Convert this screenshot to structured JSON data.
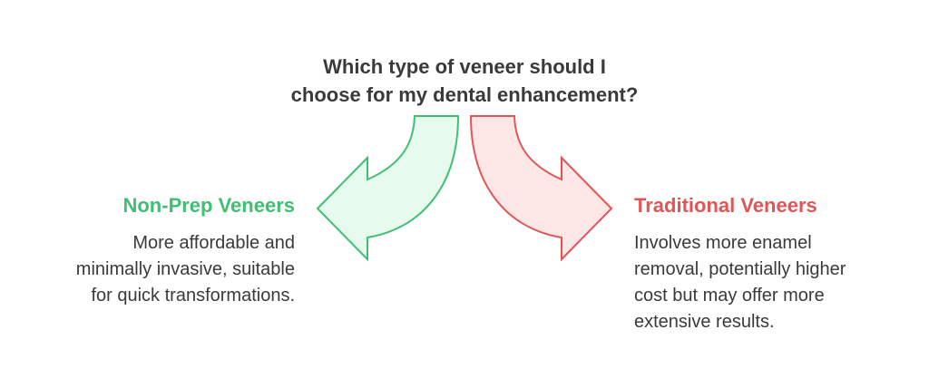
{
  "question": {
    "line1": "Which type of veneer should I",
    "line2": "choose for my dental enhancement?"
  },
  "options": [
    {
      "title": "Non-Prep Veneers",
      "description_lines": [
        "More affordable and",
        "minimally invasive, suitable",
        "for quick transformations."
      ],
      "color": "#3fbf73",
      "fill": "#e6faee"
    },
    {
      "title": "Traditional Veneers",
      "description_lines": [
        "Involves more enamel",
        "removal, potentially higher",
        "cost but may offer more",
        "extensive results."
      ],
      "color": "#e05656",
      "fill": "#fde6e6"
    }
  ]
}
